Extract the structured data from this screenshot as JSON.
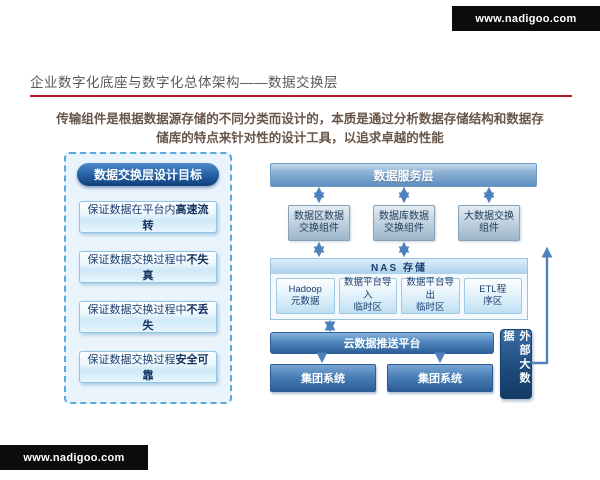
{
  "watermark": {
    "top": "www.nadigoo.com",
    "bottom": "www.nadigoo.com"
  },
  "header": {
    "title": "企业数字化底座与数字化总体架构——数据交换层"
  },
  "intro": {
    "text": "传输组件是根据数据源存储的不同分类而设计的，本质是通过分析数据存储结构和数据存储库的特点来针对性的设计工具，以追求卓越的性能"
  },
  "goals_panel": {
    "title": "数据交换层设计目标",
    "items": [
      {
        "pre": "保证数据在平台内",
        "em": "高速流转"
      },
      {
        "pre": "保证数据交换过程中",
        "em": "不失真"
      },
      {
        "pre": "保证数据交换过程中",
        "em": "不丢失"
      },
      {
        "pre": "保证数据交换过程",
        "em": "安全可靠"
      }
    ]
  },
  "architecture": {
    "service_layer": "数据服务层",
    "components": [
      "数据区数据交换组件",
      "数据库数据交换组件",
      "大数据交换组件"
    ],
    "nas": {
      "title": "NAS  存储",
      "cells": [
        "Hadoop\n元数据",
        "数据平台导入\n临时区",
        "数据平台导出\n临时区",
        "ETL程\n序区"
      ]
    },
    "push_platform": "云数据推送平台",
    "systems": [
      "集团系统",
      "集团系统"
    ],
    "external": "外部大数据"
  },
  "colors": {
    "accent_red": "#b01b25",
    "ribbon_bg": "#0c0c0c",
    "arrow_blue": "#4f81bd",
    "panel_dark_blue": "#0f3f7d"
  }
}
